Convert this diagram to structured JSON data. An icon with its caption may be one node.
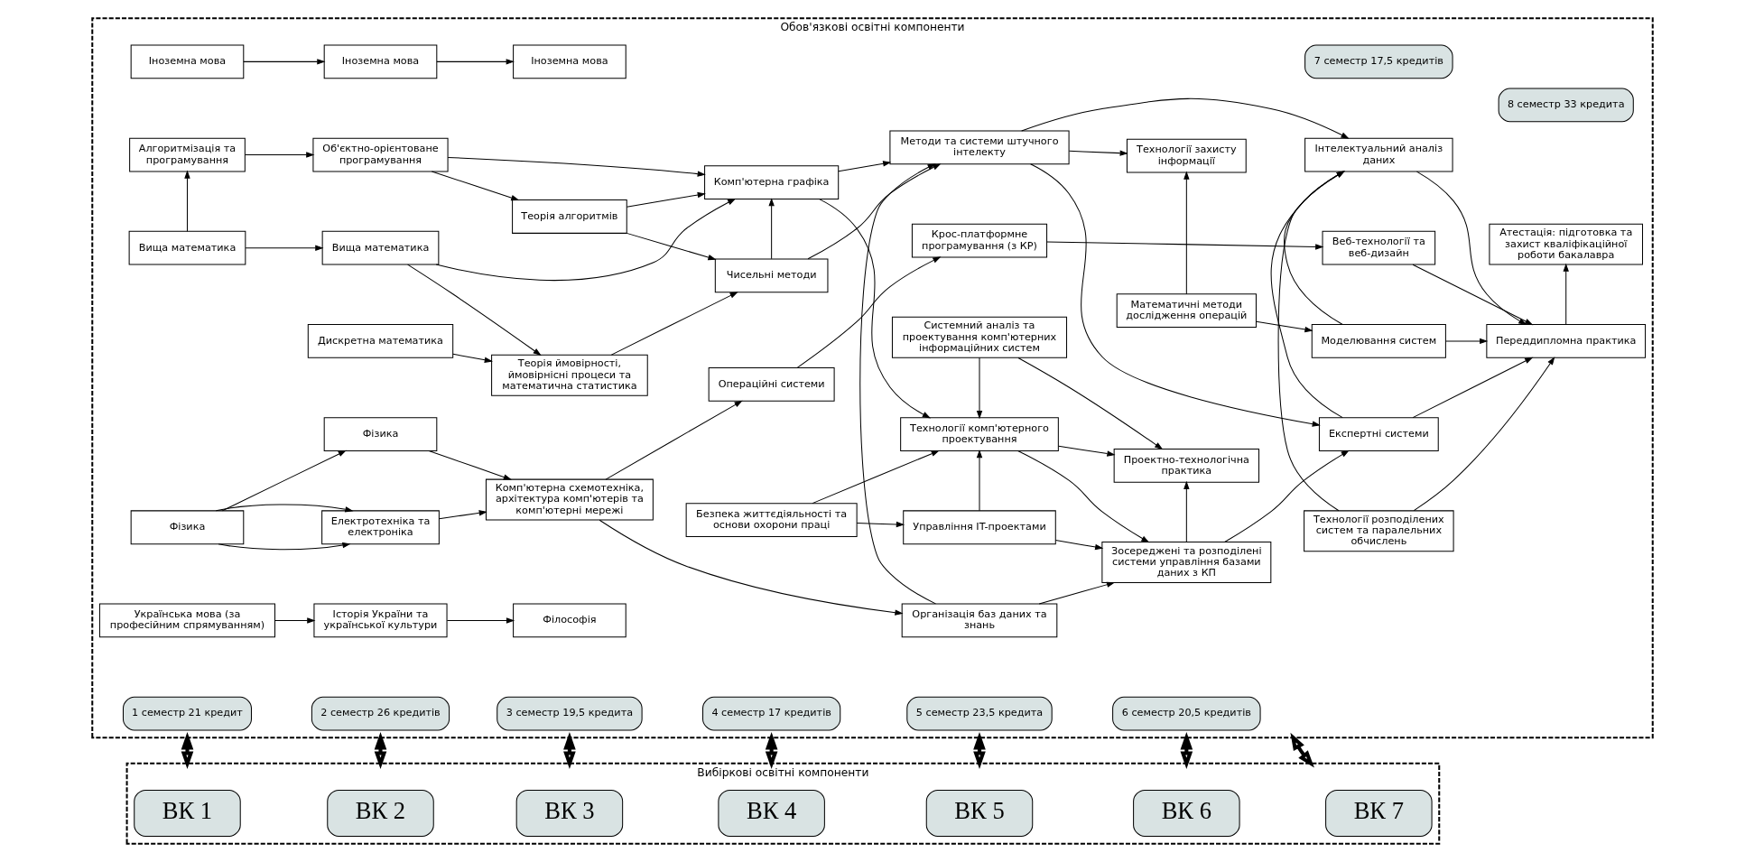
{
  "diagram": {
    "nodes": [
      {
        "text": [
          "Обов'язкові освітні компоненти"
        ]
      },
      {
        "text": [
          "1 семестр 21 кредит"
        ],
        "in": 0
      },
      {
        "text": [
          "2 семестр 26 кредитів"
        ],
        "in": 0
      },
      {
        "text": [
          "3 семестр 19,5 кредита"
        ],
        "in": 0
      },
      {
        "text": [
          "4 семестр 17 кредитів"
        ],
        "in": 0
      },
      {
        "text": [
          "5 семестр 23,5 кредита"
        ],
        "in": 0
      },
      {
        "text": [
          "6 семестр 20,5 кредитів"
        ],
        "in": 0
      },
      {
        "text": [
          "7 семестр 17,5 кредитів"
        ],
        "in": 0
      },
      {
        "text": [
          "8 семестр 33 кредита"
        ],
        "in": 0
      },
      {
        "text": [
          "Іноземна мова"
        ],
        "in": 0
      },
      {
        "text": [
          "Іноземна мова"
        ],
        "in": 0
      },
      {
        "text": [
          "Іноземна мова"
        ],
        "in": 0
      },
      {
        "text": [
          "Вища математика"
        ],
        "in": 0
      },
      {
        "text": [
          "Вища математика"
        ],
        "in": 0
      },
      {
        "text": [
          "Теорія ймовірності, ймовірнісні процеси та математична статистика"
        ],
        "in": 0
      },
      {
        "text": [
          "Фізика"
        ],
        "in": 0
      },
      {
        "text": [
          "Дискретна математика"
        ],
        "in": 0
      },
      {
        "text": [
          "Електротехніка та електроніка"
        ],
        "in": 0
      },
      {
        "text": [
          "Фізика"
        ],
        "in": 0
      },
      {
        "text": [
          "Комп'ютерна схемотехніка, архітектура комп'ютерів та комп'ютерні мережі"
        ],
        "in": 0
      },
      {
        "text": [
          "Алгоритмізація та програмування"
        ],
        "in": 0
      },
      {
        "text": [
          "Об'єктно-орієнтоване програмування"
        ],
        "in": 0
      },
      {
        "text": [
          "Теорія алгоритмів"
        ],
        "in": 0
      },
      {
        "text": [
          "Українська мова (за професійним спрямуванням)"
        ],
        "in": 0
      },
      {
        "text": [
          "Історія України та української культури"
        ],
        "in": 0
      },
      {
        "text": [
          "Філософія"
        ],
        "in": 0
      },
      {
        "text": [
          "Операційні системи"
        ],
        "in": 0
      },
      {
        "text": [
          "Чисельні методи"
        ],
        "in": 0
      },
      {
        "text": [
          "Комп'ютерна графіка"
        ],
        "in": 0
      },
      {
        "text": [
          "Безпека життєдіяльності та основи охорони праці"
        ],
        "in": 0
      },
      {
        "text": [
          "Крос-платформне програмування (з КР)"
        ],
        "in": 0
      },
      {
        "text": [
          "Методи та системи штучного інтелекту"
        ],
        "in": 0
      },
      {
        "text": [
          "Організація баз даних та знань"
        ],
        "in": 0
      },
      {
        "text": [
          "Системний аналіз та проектування комп'ютерних інформаційних систем"
        ],
        "in": 0
      },
      {
        "text": [
          "Технології комп'ютерного проектування"
        ],
        "in": 0
      },
      {
        "text": [
          "Управління IT-проектами"
        ],
        "in": 0
      },
      {
        "text": [
          "Технології захисту інформації"
        ],
        "in": 0
      },
      {
        "text": [
          "Математичні методи дослідження операцій"
        ],
        "in": 0
      },
      {
        "text": [
          "Проектно-технологічна практика"
        ],
        "in": 0
      },
      {
        "text": [
          "Зосереджені та розподілені системи управління базами даних з КП"
        ],
        "in": 0
      },
      {
        "text": [
          "Веб-технології та веб-дизайн"
        ],
        "in": 0
      },
      {
        "text": [
          "Моделювання систем"
        ],
        "in": 0
      },
      {
        "text": [
          "Інтелектуальний аналіз даних"
        ],
        "in": 0
      },
      {
        "text": [
          "Технології розподілених систем та паралельних обчислень"
        ],
        "in": 0
      },
      {
        "text": [
          "Експертні системи"
        ],
        "in": 0
      },
      {
        "text": [
          "Переддипломна практика"
        ],
        "in": 0
      },
      {
        "text": [
          "Атестація: підготовка та захист кваліфікаційної роботи бакалавра"
        ],
        "in": 0
      },
      {
        "text": [
          "Вибіркові освітні компоненти"
        ]
      },
      {
        "text": [
          "ВК 1"
        ],
        "in": 47
      },
      {
        "text": [
          "ВК 2"
        ],
        "in": 47
      },
      {
        "text": [
          "ВК 3"
        ],
        "in": 47
      },
      {
        "text": [
          "ВК 4"
        ],
        "in": 47
      },
      {
        "text": [
          "ВК 5"
        ],
        "in": 47
      },
      {
        "text": [
          "ВК 6"
        ],
        "in": 47
      },
      {
        "text": [
          "ВК 7"
        ],
        "in": 47
      }
    ],
    "edges": [
      {
        "from": 9,
        "to": 10,
        "arrow": "to"
      },
      {
        "from": 10,
        "to": 11,
        "arrow": "to"
      },
      {
        "from": 12,
        "to": 13,
        "arrow": "to"
      },
      {
        "from": 12,
        "to": 20,
        "arrow": "to"
      },
      {
        "from": 13,
        "to": 14,
        "arrow": "to"
      },
      {
        "from": 13,
        "to": 28,
        "arrow": "to"
      },
      {
        "from": 16,
        "to": 14,
        "arrow": "to"
      },
      {
        "from": 15,
        "to": 17,
        "arrow": "to"
      },
      {
        "from": 15,
        "to": 17,
        "arrow": "to"
      },
      {
        "from": 15,
        "to": 18,
        "arrow": "to"
      },
      {
        "from": 18,
        "to": 19,
        "arrow": "to"
      },
      {
        "from": 17,
        "to": 19,
        "arrow": "to"
      },
      {
        "from": 20,
        "to": 21,
        "arrow": "to"
      },
      {
        "from": 21,
        "to": 22,
        "arrow": "to"
      },
      {
        "from": 21,
        "to": 28,
        "arrow": "to"
      },
      {
        "from": 22,
        "to": 27,
        "arrow": "to"
      },
      {
        "from": 22,
        "to": 28,
        "arrow": "to"
      },
      {
        "from": 23,
        "to": 24,
        "arrow": "to"
      },
      {
        "from": 24,
        "to": 25,
        "arrow": "to"
      },
      {
        "from": 14,
        "to": 27,
        "arrow": "to"
      },
      {
        "from": 19,
        "to": 26,
        "arrow": "to"
      },
      {
        "from": 19,
        "to": 32,
        "arrow": "to"
      },
      {
        "from": 27,
        "to": 31,
        "arrow": "to"
      },
      {
        "from": 27,
        "to": 28,
        "arrow": "to"
      },
      {
        "from": 26,
        "to": 30,
        "arrow": "to"
      },
      {
        "from": 28,
        "to": 31,
        "arrow": "to"
      },
      {
        "from": 28,
        "to": 34,
        "arrow": "to"
      },
      {
        "from": 32,
        "to": 31,
        "arrow": "to"
      },
      {
        "from": 32,
        "to": 39,
        "arrow": "to"
      },
      {
        "from": 33,
        "to": 38,
        "arrow": "to"
      },
      {
        "from": 33,
        "to": 34,
        "arrow": "to"
      },
      {
        "from": 34,
        "to": 38,
        "arrow": "to"
      },
      {
        "from": 34,
        "to": 39,
        "arrow": "to"
      },
      {
        "from": 29,
        "to": 34,
        "arrow": "to"
      },
      {
        "from": 29,
        "to": 35,
        "arrow": "to"
      },
      {
        "from": 35,
        "to": 34,
        "arrow": "to"
      },
      {
        "from": 35,
        "to": 39,
        "arrow": "to"
      },
      {
        "from": 39,
        "to": 38,
        "arrow": "to"
      },
      {
        "from": 39,
        "to": 44,
        "arrow": "to"
      },
      {
        "from": 30,
        "to": 40,
        "arrow": "to"
      },
      {
        "from": 31,
        "to": 36,
        "arrow": "to"
      },
      {
        "from": 31,
        "to": 42,
        "arrow": "to"
      },
      {
        "from": 31,
        "to": 44,
        "arrow": "to"
      },
      {
        "from": 37,
        "to": 36,
        "arrow": "to"
      },
      {
        "from": 37,
        "to": 41,
        "arrow": "to"
      },
      {
        "from": 40,
        "to": 45,
        "arrow": "to"
      },
      {
        "from": 41,
        "to": 45,
        "arrow": "to"
      },
      {
        "from": 41,
        "to": 42,
        "arrow": "to"
      },
      {
        "from": 43,
        "to": 42,
        "arrow": "to"
      },
      {
        "from": 43,
        "to": 45,
        "arrow": "to"
      },
      {
        "from": 44,
        "to": 45,
        "arrow": "to"
      },
      {
        "from": 44,
        "to": 42,
        "arrow": "to"
      },
      {
        "from": 42,
        "to": 45,
        "arrow": "to"
      },
      {
        "from": 45,
        "to": 46,
        "arrow": "to"
      },
      {
        "from": 0,
        "to": 47,
        "arrow": "both",
        "style": "thick"
      },
      {
        "from": 0,
        "to": 47,
        "arrow": "both",
        "style": "thick"
      },
      {
        "from": 0,
        "to": 47,
        "arrow": "both",
        "style": "thick"
      },
      {
        "from": 0,
        "to": 47,
        "arrow": "both",
        "style": "thick"
      },
      {
        "from": 0,
        "to": 47,
        "arrow": "both",
        "style": "thick"
      },
      {
        "from": 0,
        "to": 47,
        "arrow": "both",
        "style": "thick"
      },
      {
        "from": 0,
        "to": 47,
        "arrow": "both",
        "style": "thick"
      }
    ]
  }
}
